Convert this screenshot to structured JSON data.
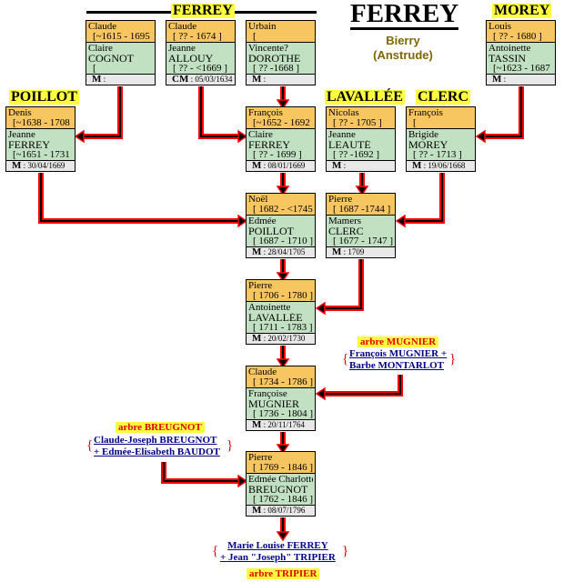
{
  "title": "FERREY",
  "place": "Bierry",
  "parish": "(Anstrude)",
  "families": {
    "ferrey": "FERREY",
    "morey": "MOREY",
    "poillot": "POILLOT",
    "lavallee": "LAVALLÉE",
    "clerc": "CLERC"
  },
  "couples": [
    {
      "husband": "Claude",
      "husband_dates": "[~1615 - 1695 ]",
      "wife_first": "Claire",
      "wife_last": "COGNOT",
      "wife_dates": "[",
      "marriage_label": "M",
      "marriage_date": ":"
    },
    {
      "husband": "Claude",
      "husband_dates": "[ ?? - 1674 ]",
      "wife_first": "Jeanne",
      "wife_last": "ALLOUY",
      "wife_dates": "[ ?? - <1669 ]",
      "marriage_label": "CM",
      "marriage_date": ": 05/03/1634"
    },
    {
      "husband": "Urbain",
      "husband_dates": "[",
      "wife_first": "Vincente?",
      "wife_last": "DOROTHE",
      "wife_dates": "[ ?? -1668 ]",
      "marriage_label": "M",
      "marriage_date": ":"
    },
    {
      "husband": "Louis",
      "husband_dates": "[ ?? - 1680 ]",
      "wife_first": "Antoinette",
      "wife_last": "TASSIN",
      "wife_dates": "[~1623 - 1687 ]",
      "marriage_label": "M",
      "marriage_date": ":"
    },
    {
      "husband": "Denis",
      "husband_dates": "[~1638 - 1708 ]",
      "wife_first": "Jeanne",
      "wife_last": "FERREY",
      "wife_dates": "[~1651 - 1731 ]",
      "marriage_label": "M",
      "marriage_date": ": 30/04/1669"
    },
    {
      "husband": "François",
      "husband_dates": "[~1652 - 1692 ]",
      "wife_first": "Claire",
      "wife_last": "FERREY",
      "wife_dates": "[ ?? - 1699 ]",
      "marriage_label": "M",
      "marriage_date": ": 08/01/1669"
    },
    {
      "husband": "Nicolas",
      "husband_dates": "[ ?? - 1705 ]",
      "wife_first": "Jeanne",
      "wife_last": "LEAUTÉ",
      "wife_dates": "[ ?? -1692 ]",
      "marriage_label": "M",
      "marriage_date": ":"
    },
    {
      "husband": "François",
      "husband_dates": "[",
      "wife_first": "Brigide",
      "wife_last": "MOREY",
      "wife_dates": "[ ?? - 1713 ]",
      "marriage_label": "M",
      "marriage_date": ": 19/06/1668"
    },
    {
      "husband": "Noël",
      "husband_dates": "[ 1682 - <1745 ]",
      "wife_first": "Edmée",
      "wife_last": "POILLOT",
      "wife_dates": "[ 1687 - 1710 ]",
      "marriage_label": "M",
      "marriage_date": ": 28/04/1705"
    },
    {
      "husband": "Pierre",
      "husband_dates": "[ 1687 -1744 ]",
      "wife_first": "Mamers",
      "wife_last": "CLERC",
      "wife_dates": "[ 1677 - 1747 ]",
      "marriage_label": "M",
      "marriage_date": ": 1709"
    },
    {
      "husband": "Pierre",
      "husband_dates": "[ 1706 - 1780 ]",
      "wife_first": "Antoinette",
      "wife_last": "LAVALLÉE",
      "wife_dates": "[ 1711 - 1783 ]",
      "marriage_label": "M",
      "marriage_date": ": 20/02/1730"
    },
    {
      "husband": "Claude",
      "husband_dates": "[ 1734 - 1786 ]",
      "wife_first": "Françoise",
      "wife_last": "MUGNIER",
      "wife_dates": "[ 1736 - 1804 ]",
      "marriage_label": "M",
      "marriage_date": ": 20/11/1764"
    },
    {
      "husband": "Pierre",
      "husband_dates": "[ 1769 - 1846 ]",
      "wife_first": "Edmée Charlotte",
      "wife_last": "BREUGNOT",
      "wife_dates": "[ 1762 - 1846 ]",
      "marriage_label": "M",
      "marriage_date": ": 08/07/1796"
    }
  ],
  "mugnier": {
    "tree": "arbre MUGNIER",
    "line1": "François MUGNIER +",
    "line2": "Barbe MONTARLOT"
  },
  "breugnot": {
    "tree": "arbre BREUGNOT",
    "line1": "Claude-Joseph BREUGNOT",
    "line2": "+ Edmée-Elisabeth BAUDOT"
  },
  "tripier": {
    "tree": "arbre TRIPIER",
    "line1": "Marie Louise FERREY",
    "line2": "+ Jean \"Joseph\" TRIPIER"
  },
  "colors": {
    "husband": "#f8c660",
    "wife": "#c2e0c2",
    "marriage": "#e8e8e8",
    "arrow": "#ff0000",
    "family_label": "#ffff40",
    "place": "#806600",
    "link": "#00008b"
  }
}
